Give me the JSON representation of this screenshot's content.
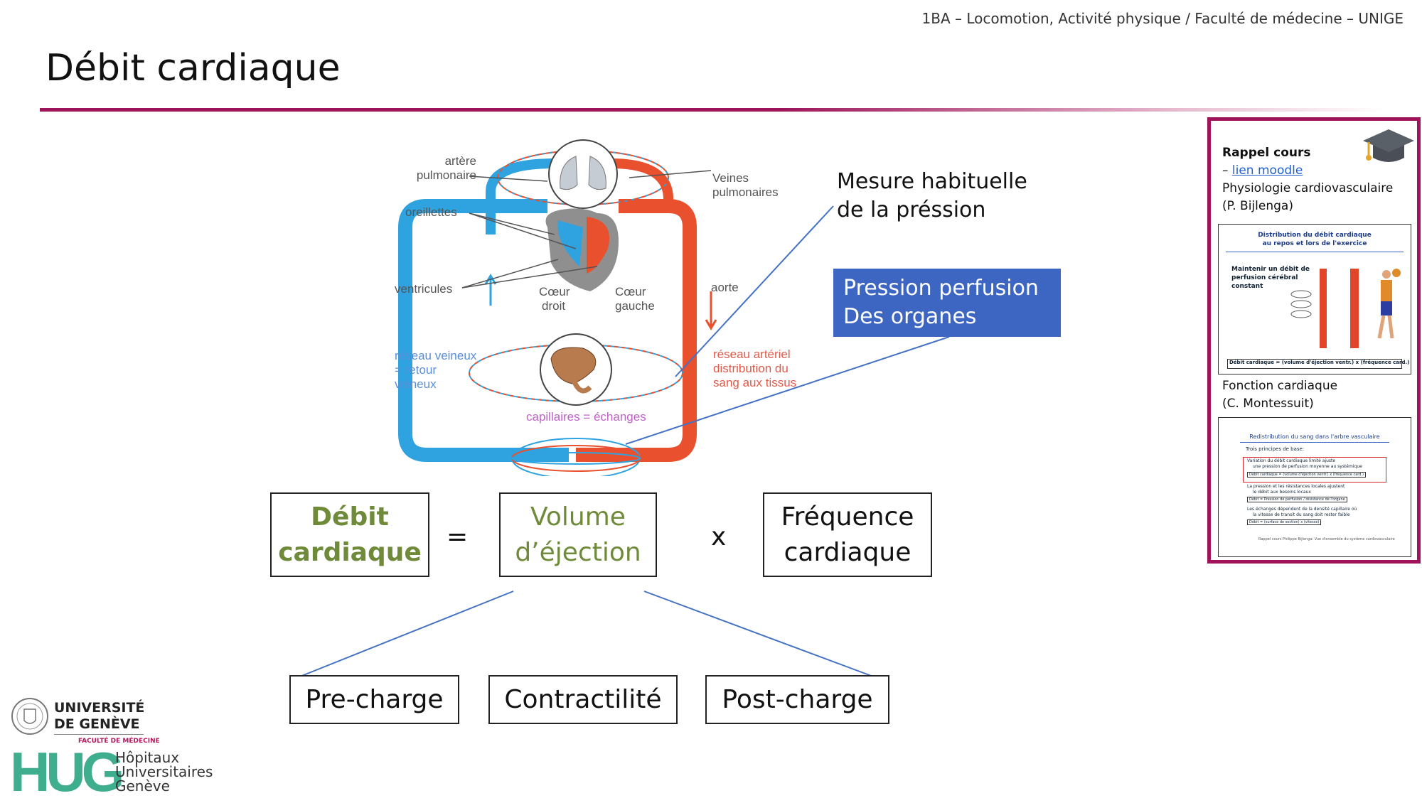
{
  "header": {
    "course": "1BA – Locomotion, Activité physique / Faculté de médecine – UNIGE",
    "title": "Débit cardiaque"
  },
  "diagram": {
    "labels": {
      "artere1": "artère",
      "artere2": "pulmonaire",
      "veines1": "Veines",
      "veines2": "pulmonaires",
      "oreillettes": "oreillettes",
      "ventricules": "ventricules",
      "coeur_droit1": "Cœur",
      "coeur_droit2": "droit",
      "coeur_gauche1": "Cœur",
      "coeur_gauche2": "gauche",
      "aorte": "aorte",
      "reseau_veineux1": "réseau veineux",
      "reseau_veineux2": "= retour",
      "reseau_veineux3": "veineux",
      "reseau_arteriel1": "réseau artériel",
      "reseau_arteriel2": "distribution du",
      "reseau_arteriel3": "sang aux tissus",
      "capillaires": "capillaires = échanges"
    }
  },
  "annotations": {
    "mesure_line1": "Mesure habituelle",
    "mesure_line2": "de la préssion",
    "pression_line1": "Pression perfusion",
    "pression_line2": "Des organes"
  },
  "formula": {
    "debit_line1": "Débit",
    "debit_line2": "cardiaque",
    "equals": "=",
    "volume_line1": "Volume",
    "volume_line2": "d’éjection",
    "times": "x",
    "frequence_line1": "Fréquence",
    "frequence_line2": "cardiaque"
  },
  "factors": {
    "precharge": "Pre-charge",
    "contractilite": "Contractilité",
    "postcharge": "Post-charge"
  },
  "rappel": {
    "heading": "Rappel cours",
    "dash": "– ",
    "link": "lien moodle",
    "course1": "Physiologie cardiovasculaire",
    "course1_author": "(P. Bijlenga)",
    "course2": "Fonction cardiaque",
    "course2_author": "(C. Montessuit)",
    "thumb1": {
      "title1": "Distribution du débit cardiaque",
      "title2": "au repos et lors de l'exercice",
      "note1": "Maintenir un débit de",
      "note2": "perfusion cérébral",
      "note3": "constant",
      "formula": "Débit cardiaque = (volume d'éjection ventr.) x (fréquence card.)"
    },
    "thumb2": {
      "title": "Redistribution du sang dans l'arbre vasculaire",
      "subtitle": "Trois principes de base:",
      "point1a": "Variation du débit cardiaque limité ajuste",
      "point1b": "une pression de perfusion moyenne au systémique",
      "formula1": "Débit cardiaque = (volume d'éjection ventr.) x (fréquence card.)",
      "point2a": "La pression et les résistances locales ajustent",
      "point2b": "le débit aux besoins locaux",
      "formula2": "Débit = Pression de perfusion / résistance de l'organe",
      "point3a": "Les échanges dépendent de la densité capillaire où",
      "point3b": "la vitesse de transit du sang doit rester faible",
      "formula3": "Débit = (surface de section) x (vitesse)",
      "footer": "Rappel cours Philippe Bijlenga: Vue d'ensemble du système cardiovasculaire"
    }
  },
  "logos": {
    "unige1": "UNIVERSITÉ",
    "unige2": "DE GENÈVE",
    "faculty": "FACULTÉ DE MÉDECINE",
    "hug": "HUG",
    "hug1": "Hôpitaux",
    "hug2": "Universitaires",
    "hug3": "Genève"
  },
  "colors": {
    "accent": "#9b1458",
    "blue_box": "#3d66c2",
    "green_text": "#6f8b3a",
    "venous": "#2ea3e0",
    "arterial": "#e8502e"
  }
}
